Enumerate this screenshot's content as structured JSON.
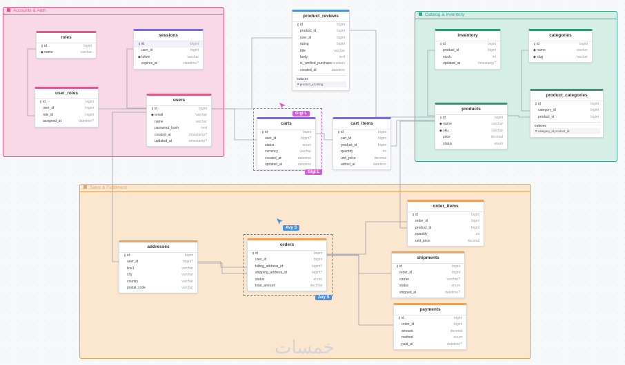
{
  "areas": {
    "accounts": {
      "title": "Accounts & Auth",
      "color": "#e8558e",
      "fill": "#f9d9e6"
    },
    "catalog": {
      "title": "Catalog & Inventory",
      "color": "#3aa88c",
      "fill": "#d6efe6"
    },
    "sales": {
      "title": "Sales & Fulfillment",
      "color": "#eea15a",
      "fill": "#fbe6d0"
    }
  },
  "tables": {
    "roles": {
      "name": "roles",
      "color": "#e8558e",
      "columns": [
        {
          "key": "pk",
          "name": "id",
          "type": "bigint"
        },
        {
          "key": "uq",
          "name": "name",
          "type": "varchar"
        }
      ]
    },
    "sessions": {
      "name": "sessions",
      "color": "#7b6fd6",
      "columns": [
        {
          "key": "pk",
          "name": "id",
          "type": "bigint"
        },
        {
          "key": "",
          "name": "user_id",
          "type": "bigint"
        },
        {
          "key": "uq",
          "name": "token",
          "type": "varchar"
        },
        {
          "key": "",
          "name": "expires_at",
          "type": "datetime?"
        }
      ]
    },
    "user_roles": {
      "name": "user_roles",
      "color": "#e8558e",
      "columns": [
        {
          "key": "pk",
          "name": "id",
          "type": "bigint"
        },
        {
          "key": "",
          "name": "user_id",
          "type": "bigint"
        },
        {
          "key": "",
          "name": "role_id",
          "type": "bigint"
        },
        {
          "key": "",
          "name": "assigned_at",
          "type": "datetime?"
        }
      ]
    },
    "users": {
      "name": "users",
      "color": "#e8558e",
      "columns": [
        {
          "key": "pk",
          "name": "id",
          "type": "bigint"
        },
        {
          "key": "uq",
          "name": "email",
          "type": "varchar"
        },
        {
          "key": "",
          "name": "name",
          "type": "varchar"
        },
        {
          "key": "",
          "name": "password_hash",
          "type": "text"
        },
        {
          "key": "",
          "name": "created_at",
          "type": "timestamp?"
        },
        {
          "key": "",
          "name": "updated_at",
          "type": "timestamp?"
        }
      ]
    },
    "product_reviews": {
      "name": "product_reviews",
      "color": "#4a8fe0",
      "columns": [
        {
          "key": "pk",
          "name": "id",
          "type": "bigint"
        },
        {
          "key": "",
          "name": "product_id",
          "type": "bigint"
        },
        {
          "key": "",
          "name": "user_id",
          "type": "bigint"
        },
        {
          "key": "",
          "name": "rating",
          "type": "bigint"
        },
        {
          "key": "",
          "name": "title",
          "type": "varchar"
        },
        {
          "key": "",
          "name": "body",
          "type": "text"
        },
        {
          "key": "",
          "name": "is_verified_purchase",
          "type": "boolean"
        },
        {
          "key": "",
          "name": "created_at",
          "type": "datetime"
        }
      ],
      "indexes_label": "Indexes",
      "indexes": [
        "product_id,rating"
      ]
    },
    "carts": {
      "name": "carts",
      "color": "#7b6fd6",
      "columns": [
        {
          "key": "pk",
          "name": "id",
          "type": "bigint"
        },
        {
          "key": "",
          "name": "user_id",
          "type": "bigint?"
        },
        {
          "key": "",
          "name": "status",
          "type": "enum"
        },
        {
          "key": "",
          "name": "currency",
          "type": "varchar"
        },
        {
          "key": "",
          "name": "created_at",
          "type": "datetime"
        },
        {
          "key": "",
          "name": "updated_at",
          "type": "datetime"
        }
      ]
    },
    "cart_items": {
      "name": "cart_items",
      "color": "#7b6fd6",
      "columns": [
        {
          "key": "pk",
          "name": "id",
          "type": "bigint"
        },
        {
          "key": "",
          "name": "cart_id",
          "type": "bigint"
        },
        {
          "key": "",
          "name": "product_id",
          "type": "bigint"
        },
        {
          "key": "",
          "name": "quantity",
          "type": "int"
        },
        {
          "key": "",
          "name": "unit_price",
          "type": "decimal"
        },
        {
          "key": "",
          "name": "added_at",
          "type": "datetime"
        }
      ]
    },
    "inventory": {
      "name": "inventory",
      "color": "#2f9a73",
      "columns": [
        {
          "key": "pk",
          "name": "id",
          "type": "bigint"
        },
        {
          "key": "",
          "name": "product_id",
          "type": "bigint"
        },
        {
          "key": "",
          "name": "stock",
          "type": "int"
        },
        {
          "key": "",
          "name": "updated_at",
          "type": "timestamp?"
        }
      ]
    },
    "categories": {
      "name": "categories",
      "color": "#2f9a73",
      "columns": [
        {
          "key": "pk",
          "name": "id",
          "type": "bigint"
        },
        {
          "key": "uq",
          "name": "name",
          "type": "varchar"
        },
        {
          "key": "uq",
          "name": "slug",
          "type": "varchar"
        }
      ]
    },
    "product_categories": {
      "name": "product_categories",
      "color": "#2f9a73",
      "columns": [
        {
          "key": "pk",
          "name": "id",
          "type": "bigint"
        },
        {
          "key": "",
          "name": "category_id",
          "type": "bigint"
        },
        {
          "key": "",
          "name": "product_id",
          "type": "bigint"
        }
      ],
      "indexes_label": "Indexes",
      "indexes": [
        "category_id,product_id"
      ]
    },
    "products": {
      "name": "products",
      "color": "#2f9a73",
      "columns": [
        {
          "key": "pk",
          "name": "id",
          "type": "bigint"
        },
        {
          "key": "uq",
          "name": "name",
          "type": "varchar"
        },
        {
          "key": "uq",
          "name": "sku",
          "type": "varchar"
        },
        {
          "key": "",
          "name": "price",
          "type": "decimal"
        },
        {
          "key": "",
          "name": "status",
          "type": "enum"
        }
      ]
    },
    "order_items": {
      "name": "order_items",
      "color": "#eea15a",
      "columns": [
        {
          "key": "pk",
          "name": "id",
          "type": "bigint"
        },
        {
          "key": "",
          "name": "order_id",
          "type": "bigint"
        },
        {
          "key": "",
          "name": "product_id",
          "type": "bigint"
        },
        {
          "key": "",
          "name": "quantity",
          "type": "int"
        },
        {
          "key": "",
          "name": "unit_price",
          "type": "decimal"
        }
      ]
    },
    "addresses": {
      "name": "addresses",
      "color": "#eea15a",
      "columns": [
        {
          "key": "pk",
          "name": "id",
          "type": "bigint"
        },
        {
          "key": "",
          "name": "user_id",
          "type": "bigint?"
        },
        {
          "key": "",
          "name": "line1",
          "type": "varchar"
        },
        {
          "key": "",
          "name": "city",
          "type": "varchar"
        },
        {
          "key": "",
          "name": "country",
          "type": "varchar"
        },
        {
          "key": "",
          "name": "postal_code",
          "type": "varchar"
        }
      ]
    },
    "orders": {
      "name": "orders",
      "color": "#eea15a",
      "columns": [
        {
          "key": "pk",
          "name": "id",
          "type": "bigint"
        },
        {
          "key": "",
          "name": "user_id",
          "type": "bigint"
        },
        {
          "key": "",
          "name": "billing_address_id",
          "type": "bigint?"
        },
        {
          "key": "",
          "name": "shipping_address_id",
          "type": "bigint?"
        },
        {
          "key": "",
          "name": "status",
          "type": "enum"
        },
        {
          "key": "",
          "name": "total_amount",
          "type": "decimal"
        }
      ]
    },
    "shipments": {
      "name": "shipments",
      "color": "#eea15a",
      "columns": [
        {
          "key": "pk",
          "name": "id",
          "type": "bigint"
        },
        {
          "key": "",
          "name": "order_id",
          "type": "bigint"
        },
        {
          "key": "",
          "name": "carrier",
          "type": "varchar?"
        },
        {
          "key": "",
          "name": "status",
          "type": "enum"
        },
        {
          "key": "",
          "name": "shipped_at",
          "type": "datetime?"
        }
      ]
    },
    "payments": {
      "name": "payments",
      "color": "#eea15a",
      "columns": [
        {
          "key": "pk",
          "name": "id",
          "type": "bigint"
        },
        {
          "key": "",
          "name": "order_id",
          "type": "bigint"
        },
        {
          "key": "",
          "name": "amount",
          "type": "decimal"
        },
        {
          "key": "",
          "name": "method",
          "type": "enum"
        },
        {
          "key": "",
          "name": "paid_at",
          "type": "datetime?"
        }
      ]
    }
  },
  "collaborators": [
    {
      "name": "Gigi L",
      "color": "#d35ad8"
    },
    {
      "name": "Avy S",
      "color": "#4a8fe0"
    }
  ],
  "watermark": "خمسات",
  "colors": {
    "line": "#9aa0aa"
  }
}
